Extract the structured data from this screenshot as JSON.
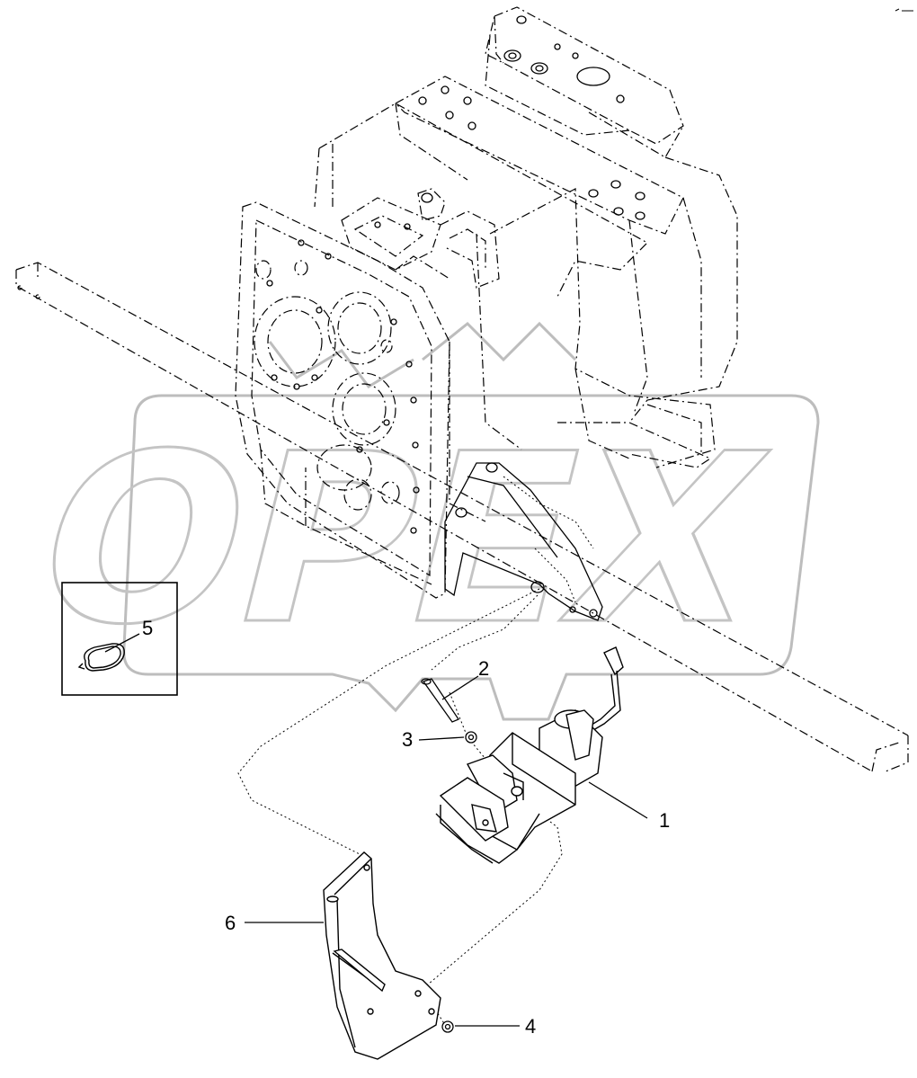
{
  "diagram": {
    "corner_mark": "",
    "watermark_text": "OPEX",
    "colors": {
      "line": "#000000",
      "watermark": "#bdbdbd",
      "background": "#ffffff"
    },
    "callouts": [
      {
        "id": "1",
        "label": "1"
      },
      {
        "id": "2",
        "label": "2"
      },
      {
        "id": "3",
        "label": "3"
      },
      {
        "id": "4",
        "label": "4"
      },
      {
        "id": "5",
        "label": "5"
      },
      {
        "id": "6",
        "label": "6"
      }
    ],
    "parts": [
      {
        "id": "transmission-housing",
        "icon": "housing-outline"
      },
      {
        "id": "sensor-module",
        "icon": "sensor-assembly"
      },
      {
        "id": "bolt",
        "icon": "bolt"
      },
      {
        "id": "nut-upper",
        "icon": "nut"
      },
      {
        "id": "nut-lower",
        "icon": "nut"
      },
      {
        "id": "o-ring",
        "icon": "ring"
      },
      {
        "id": "bracket",
        "icon": "bracket-plate"
      }
    ]
  }
}
